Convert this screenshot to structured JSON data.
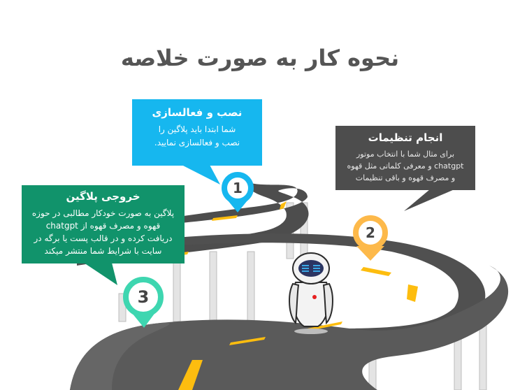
{
  "title": "نحوه کار به صورت خلاصه",
  "steps": [
    {
      "number": "1",
      "heading": "نصب و فعالسازی",
      "lines": [
        "شما ابتدا باید پلاگین را",
        "نصب و فعالسازی نمایید."
      ],
      "color": "#16b7ef"
    },
    {
      "number": "2",
      "heading": "انجام تنظیمات",
      "lines": [
        "برای مثال شما با انتخاب موتور",
        "chatgpt و معرفی کلماتی مثل قهوه",
        "و مصرف قهوه و باقی تنظیمات"
      ],
      "color": "#fdb94a"
    },
    {
      "number": "3",
      "heading": "خروجی پلاگین",
      "lines": [
        "پلاگین به صورت خودکار مطالبی در حوزه",
        "قهوه و مصرف قهوه از chatgpt",
        "دریافت کرده و در قالب پست یا برگه در",
        "سایت با شرایط شما منتشر میکند"
      ],
      "color": "#3ed6b0"
    }
  ],
  "colors": {
    "road": "#5a5a5a",
    "road_dark": "#3a3a3a",
    "lane": "#fdbd0f",
    "pillar": "#e6e6e6",
    "step2_bubble": "#4d4d4d"
  }
}
